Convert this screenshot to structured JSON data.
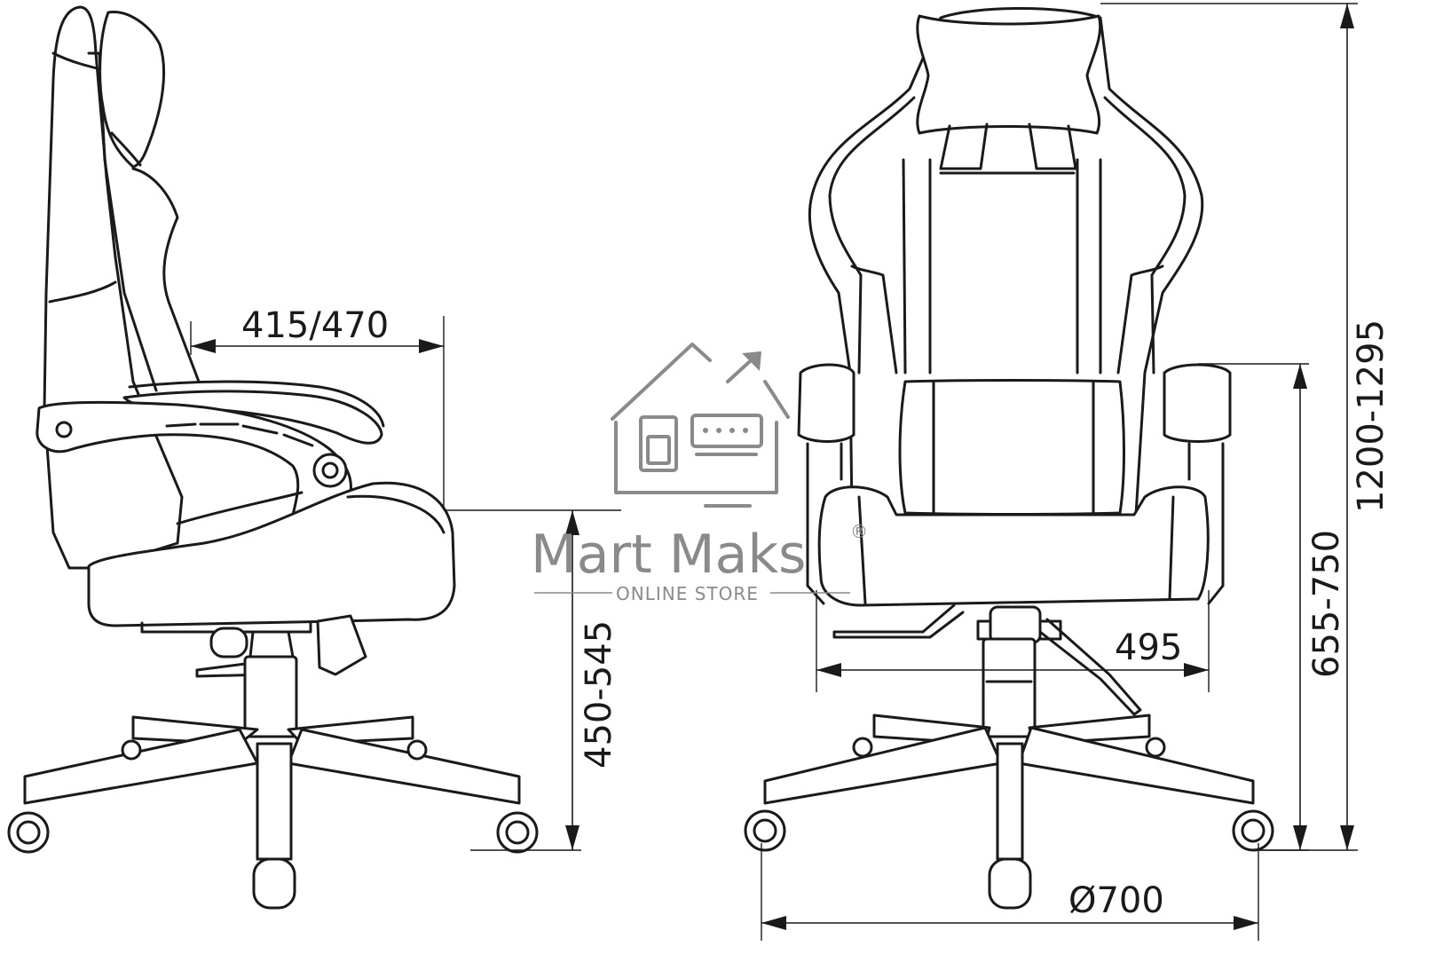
{
  "dimensions": {
    "seat_depth": "415/470",
    "seat_height": "450-545",
    "seat_width": "495",
    "armrest_height": "655-750",
    "total_height": "1200-1295",
    "base_diameter": "Ø700"
  },
  "watermark": {
    "brand": "Mart Maks",
    "registered": "®",
    "tagline": "ONLINE STORE"
  },
  "icons": {
    "side_view": "chair-side-view-icon",
    "front_view": "chair-front-view-icon",
    "logo": "house-logo-icon"
  },
  "colors": {
    "line": "#1a1a1a",
    "watermark": "#8a8a8a",
    "background": "#ffffff"
  }
}
